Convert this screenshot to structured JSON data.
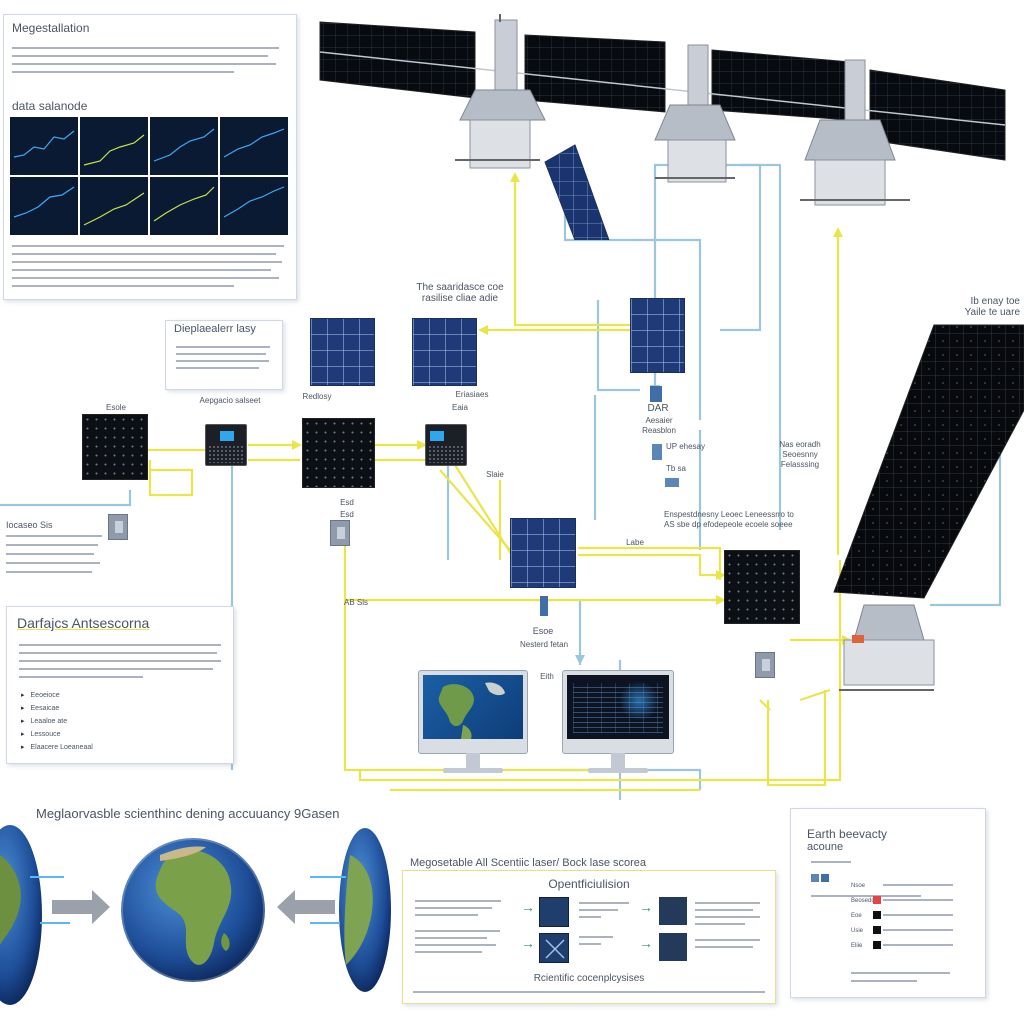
{
  "colors": {
    "yellow_line": "#e8e64a",
    "blue_line": "#9cc6de",
    "solar_blue": "#1e3a78",
    "panel_black": "#0c0f14"
  },
  "top_left_panel": {
    "title": "Megestallation",
    "subtitle": "data salanode"
  },
  "center_caption": {
    "line1": "The saaridasce coe",
    "line2": "rasilise cliae adie"
  },
  "right_caption": {
    "line1": "Ib enay toe",
    "line2": "Yaile te uare"
  },
  "display_panel": {
    "title": "Dieplaealerr lasy"
  },
  "node_labels": {
    "esole": "Esole",
    "aepgacio": "Aepgacio salseet",
    "redlosy": "Redlosy",
    "eriasiaes": "Eriasiaes",
    "eiaa": "Eaia",
    "dar": "DAR",
    "aesaier": "Aesaier",
    "reseblon": "Reasblon",
    "up_ehesay": "UP ehesay",
    "to_sa": "Tb sa",
    "nas_soradh": "Nas eoradh",
    "seoesnny": "Seoesnny",
    "felassing": "Felasssing",
    "esd": "Esd",
    "esd2": "Esd",
    "slaie": "Slaie",
    "labe": "Labe",
    "esoe": "Esoe",
    "esoe_sub": "Nesterd fetan",
    "eic_label": "Eith",
    "aa_label": "AB Sls",
    "mid_note1": "Enspestdnesny Leoec  Leneessrro to",
    "mid_note2": "AS sbe dp efodepeole  ecoele soeee"
  },
  "left_mid": {
    "title": "Iocaseo Sis"
  },
  "darfajcs_panel": {
    "title": "Darfajcs Antsescorna",
    "bullets": [
      "Eeoeioce",
      "Eesaicae",
      "Leaaloe ate",
      "Lessouce",
      "Elaacere Loeaneaal"
    ]
  },
  "bottom_banner": {
    "title": "Meglaorvasble scienthinc dening accuuancy 9Gasen"
  },
  "bottom_center_panel": {
    "title": "Megosetable All Scentiic laser/ Bock lase scorea",
    "subtitle": "Opentficiulision",
    "footer": "Rcientific cocenplcysises"
  },
  "earth_panel": {
    "title": "Earth beevacty",
    "subtitle": "acoune",
    "rows": [
      "Nsoe",
      "Beosedde",
      "Eoe",
      "Usie",
      "Eliie"
    ]
  }
}
